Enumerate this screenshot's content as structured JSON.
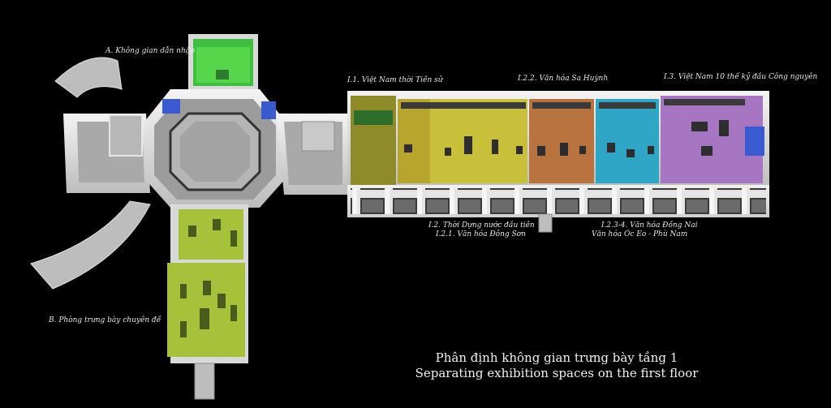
{
  "colors": {
    "background": "#000000",
    "wall": "#e6e6e6",
    "floor_gray": "#a9a9a9",
    "zone_A_green": "#3fbf3f",
    "zone_B_lime": "#a7c23a",
    "zone_I1_olive": "#8f8a2a",
    "zone_I2_yellow": "#b8a52e",
    "zone_I22_orange": "#b8733e",
    "zone_I234_cyan": "#2fa6c6",
    "zone_I3_purple": "#a676c2",
    "window_blue": "#3a5bd0"
  },
  "labels": {
    "zone_a": "A. Không gian dẫn nhập",
    "zone_b": "B. Phòng trưng bày chuyên đề",
    "zone_i1": "I.1. Việt Nam thời Tiền sử",
    "zone_i22": "I.2.2. Văn hóa Sa Huỳnh",
    "zone_i3": "I.3. Việt Nam 10 thế kỷ đầu Công nguyên",
    "zone_i2_line1": "I.2. Thời Dựng nước đầu tiên",
    "zone_i2_line2": "I.2.1. Văn hóa Đông Sơn",
    "zone_i234_line1": "I.2.3-4. Văn hóa Đồng Nai",
    "zone_i234_line2": "Văn hóa Óc Eo - Phù Nam"
  },
  "title": {
    "vietnamese": "Phân định không gian trưng bày tầng 1",
    "english": "Separating exhibition spaces on the first floor"
  }
}
